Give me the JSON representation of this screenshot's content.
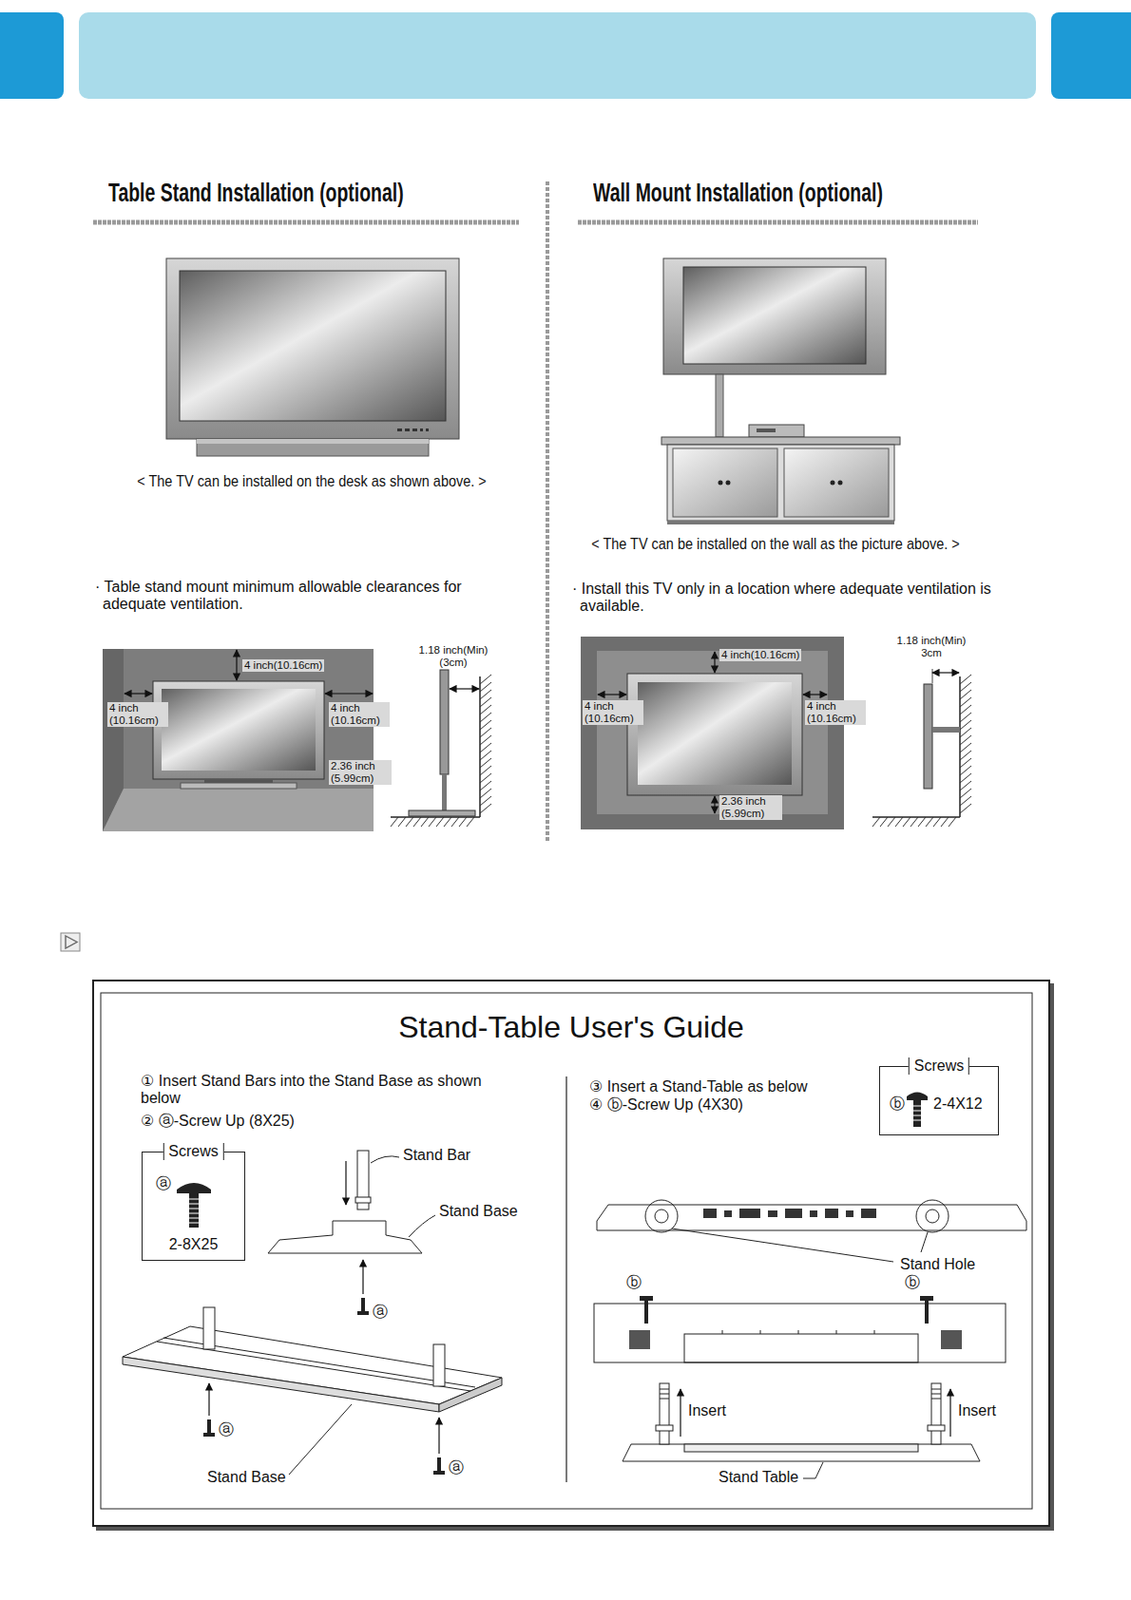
{
  "diagram": {
    "nodes": [
      {
        "text": [
          "Stand-Table User's Guide"
        ]
      },
      {
        "text": [
          "Screws",
          "ⓐ",
          "2-8X25"
        ],
        "in": 0
      },
      {
        "text": [
          "Screws",
          "ⓑ",
          "2-4X12"
        ],
        "in": 0
      }
    ],
    "labels": [
      "Table Stand Installation (optional)",
      "Wall Mount Installation (optional)",
      "< The TV can be installed on the desk as shown above. >",
      "< The TV can be installed on the wall as the picture above. >",
      "· Table stand mount minimum allowable clearances for adequate ventilation.",
      "· Install this TV only in a location where adequate ventilation is available.",
      "4 inch(10.16cm)",
      "4 inch (10.16cm)",
      "4 inch (10.16cm)",
      "2.36 inch (5.99cm)",
      "1.18 inch(Min) (3cm)",
      "4 inch(10.16cm)",
      "4 inch (10.16cm)",
      "4 inch (10.16cm)",
      "2.36 inch (5.99cm)",
      "1.18 inch(Min) 3cm",
      "① Insert Stand Bars into the Stand Base as shown below",
      "② ⓐ-Screw Up (8X25)",
      "③ Insert a Stand-Table as below",
      "④ ⓑ-Screw Up (4X30)",
      "Stand Bar",
      "Stand Base",
      "ⓐ",
      "Stand Base",
      "ⓐ",
      "ⓐ",
      "Stand Hole",
      "ⓑ",
      "ⓑ",
      "Insert",
      "Insert",
      "Stand Table"
    ]
  }
}
